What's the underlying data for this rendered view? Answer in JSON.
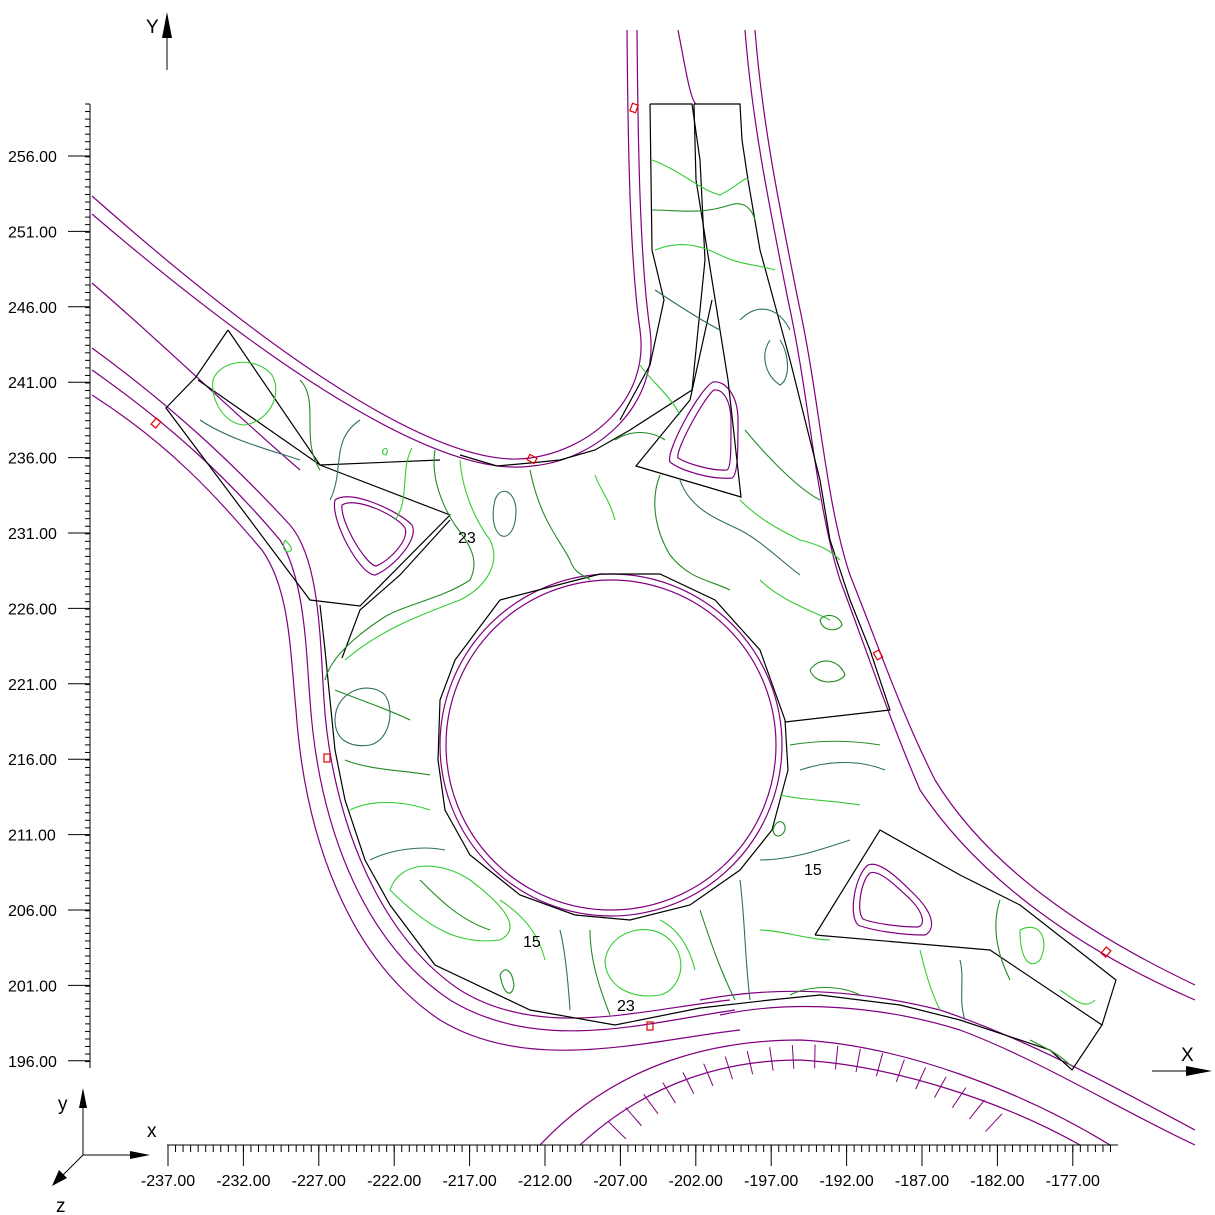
{
  "axes": {
    "x_letter": "X",
    "y_letter": "Y",
    "triad": {
      "x": "x",
      "y": "y",
      "z": "z"
    },
    "x_ticks": [
      "-237.00",
      "-232.00",
      "-227.00",
      "-222.00",
      "-217.00",
      "-212.00",
      "-207.00",
      "-202.00",
      "-197.00",
      "-192.00",
      "-187.00",
      "-182.00",
      "-177.00"
    ],
    "y_ticks": [
      "256.00",
      "251.00",
      "246.00",
      "241.00",
      "236.00",
      "231.00",
      "226.00",
      "221.00",
      "216.00",
      "211.00",
      "206.00",
      "201.00",
      "196.00"
    ]
  },
  "contour_labels": [
    "23",
    "15",
    "15",
    "23"
  ],
  "colors": {
    "road_edge": "#800080",
    "outline": "#000000",
    "marker": "#e00000",
    "contour_light": "#33cc33",
    "contour_mid": "#228b22",
    "contour_dark": "#2f6f5f"
  }
}
